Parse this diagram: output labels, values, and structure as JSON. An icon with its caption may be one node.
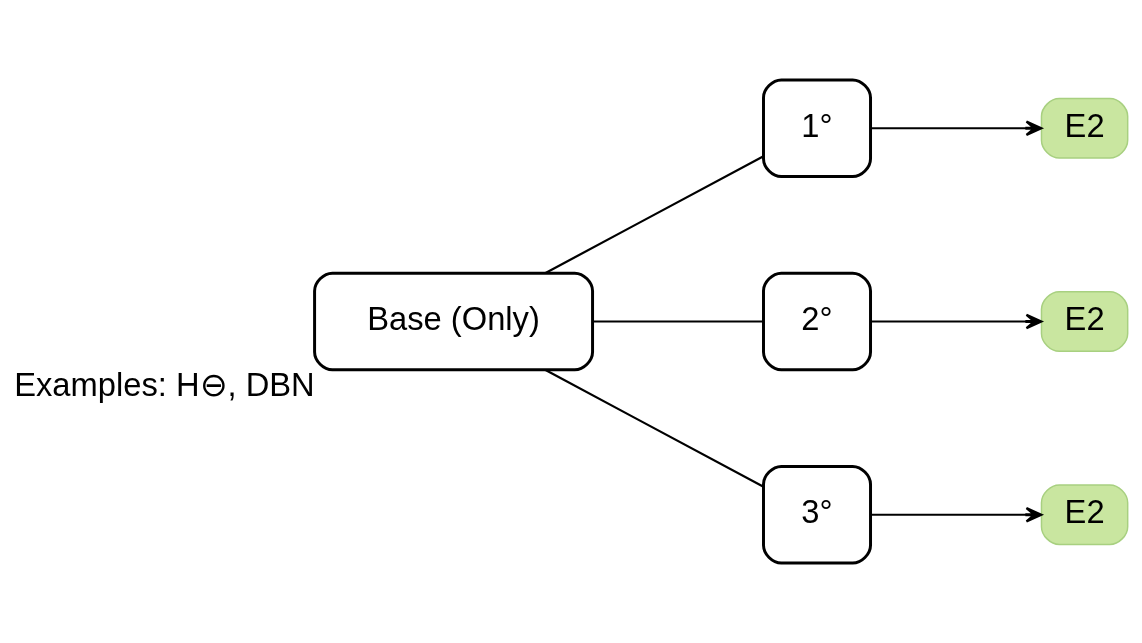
{
  "diagram": {
    "nodes": [
      {
        "text": [
          "Base (Only)"
        ],
        "beside": [
          "Examples: H⊖, DBN"
        ]
      },
      {
        "text": [
          "1°"
        ]
      },
      {
        "text": [
          "2°"
        ]
      },
      {
        "text": [
          "3°"
        ]
      },
      {
        "text": [
          "E2"
        ]
      },
      {
        "text": [
          "E2"
        ]
      },
      {
        "text": [
          "E2"
        ]
      }
    ],
    "edges": [
      {
        "from": 0,
        "to": 1,
        "arrow": "none"
      },
      {
        "from": 0,
        "to": 2,
        "arrow": "none"
      },
      {
        "from": 0,
        "to": 3,
        "arrow": "none"
      },
      {
        "from": 1,
        "to": 4,
        "arrow": "to"
      },
      {
        "from": 2,
        "to": 5,
        "arrow": "to"
      },
      {
        "from": 3,
        "to": 6,
        "arrow": "to"
      }
    ]
  }
}
